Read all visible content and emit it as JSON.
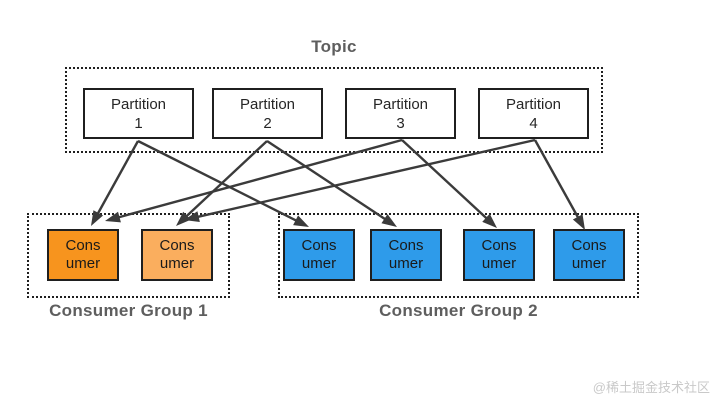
{
  "diagram": {
    "topic": {
      "label": "Topic",
      "partitions": [
        {
          "id": "p1",
          "line1": "Partition",
          "line2": "1"
        },
        {
          "id": "p2",
          "line1": "Partition",
          "line2": "2"
        },
        {
          "id": "p3",
          "line1": "Partition",
          "line2": "3"
        },
        {
          "id": "p4",
          "line1": "Partition",
          "line2": "4"
        }
      ]
    },
    "groups": [
      {
        "id": "group-1",
        "label": "Consumer Group 1",
        "consumers": [
          {
            "id": "g1c1",
            "line1": "Cons",
            "line2": "umer",
            "color": "#F7941E"
          },
          {
            "id": "g1c2",
            "line1": "Cons",
            "line2": "umer",
            "color": "#FAAE5E"
          }
        ]
      },
      {
        "id": "group-2",
        "label": "Consumer Group 2",
        "consumers": [
          {
            "id": "g2c1",
            "line1": "Cons",
            "line2": "umer",
            "color": "#2E9BEA"
          },
          {
            "id": "g2c2",
            "line1": "Cons",
            "line2": "umer",
            "color": "#2E9BEA"
          },
          {
            "id": "g2c3",
            "line1": "Cons",
            "line2": "umer",
            "color": "#2E9BEA"
          },
          {
            "id": "g2c4",
            "line1": "Cons",
            "line2": "umer",
            "color": "#2E9BEA"
          }
        ]
      }
    ],
    "connections": [
      {
        "from": "p1",
        "to": "g1c1"
      },
      {
        "from": "p3",
        "to": "g1c1"
      },
      {
        "from": "p2",
        "to": "g1c2"
      },
      {
        "from": "p4",
        "to": "g1c2"
      },
      {
        "from": "p1",
        "to": "g2c1"
      },
      {
        "from": "p2",
        "to": "g2c2"
      },
      {
        "from": "p3",
        "to": "g2c3"
      },
      {
        "from": "p4",
        "to": "g2c4"
      }
    ],
    "arrow_color": "#3b3b3b"
  },
  "watermark": "@稀土掘金技术社区"
}
